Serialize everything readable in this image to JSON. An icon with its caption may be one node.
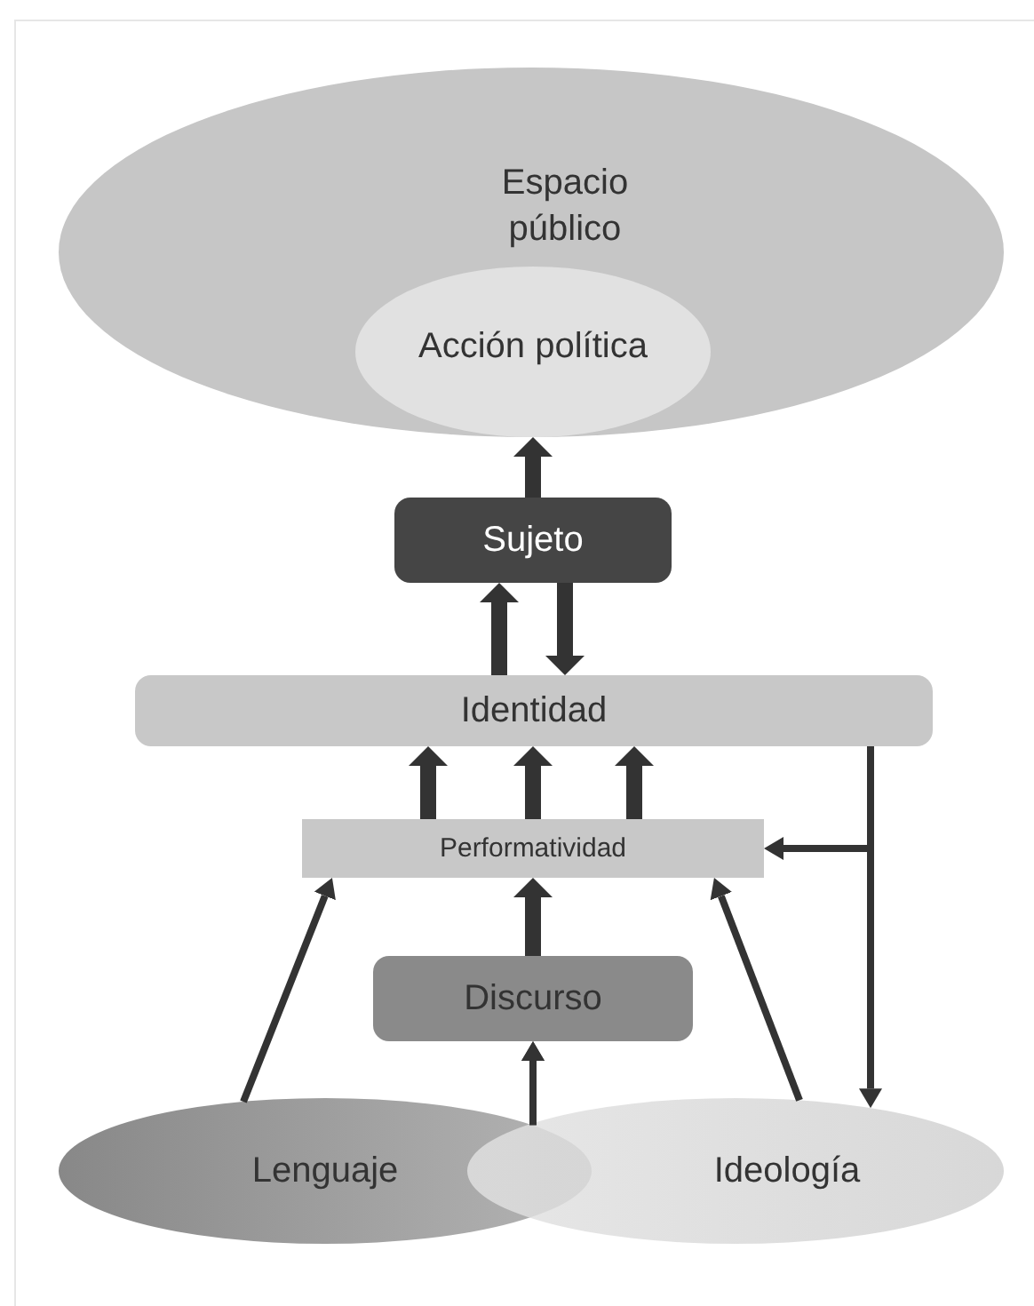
{
  "diagram": {
    "nodes": [
      {
        "text": [
          "Espacio público"
        ]
      },
      {
        "text": [
          "Acción política"
        ],
        "in": 0
      },
      {
        "text": [
          "Sujeto"
        ]
      },
      {
        "text": [
          "Identidad"
        ]
      },
      {
        "text": [
          "Performatividad"
        ]
      },
      {
        "text": [
          "Discurso"
        ]
      },
      {
        "text": [
          "Lenguaje"
        ]
      },
      {
        "text": [
          "Ideología"
        ]
      }
    ],
    "edges": [
      {
        "from": 2,
        "to": 1,
        "arrow": "to"
      },
      {
        "from": 3,
        "to": 2,
        "arrow": "to"
      },
      {
        "from": 2,
        "to": 3,
        "arrow": "to"
      },
      {
        "from": 4,
        "to": 3,
        "arrow": "to"
      },
      {
        "from": 4,
        "to": 3,
        "arrow": "to"
      },
      {
        "from": 4,
        "to": 3,
        "arrow": "to"
      },
      {
        "from": 5,
        "to": 4,
        "arrow": "to"
      },
      {
        "from": 6,
        "to": 5,
        "arrow": "to"
      },
      {
        "from": 7,
        "to": 5,
        "arrow": "to"
      },
      {
        "from": 6,
        "to": 4,
        "arrow": "to"
      },
      {
        "from": 7,
        "to": 4,
        "arrow": "to"
      },
      {
        "from": 3,
        "to": 7,
        "arrow": "to"
      },
      {
        "from": 3,
        "to": 4,
        "arrow": "to"
      }
    ]
  }
}
